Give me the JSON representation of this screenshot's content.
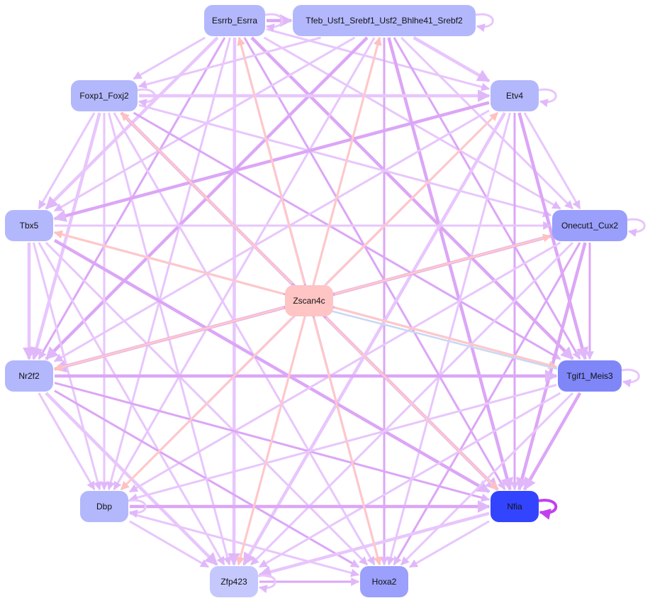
{
  "graph": {
    "nodes": [
      {
        "id": "esrrb",
        "label": "Esrrb_Esrra",
        "color": "#b3b8fc",
        "text": "#111"
      },
      {
        "id": "tfeb",
        "label": "Tfeb_Usf1_Srebf1_Usf2_Bhlhe41_Srebf2",
        "color": "#b3b8fc",
        "text": "#111"
      },
      {
        "id": "foxp1",
        "label": "Foxp1_Foxj2",
        "color": "#b3b8fc",
        "text": "#111"
      },
      {
        "id": "etv4",
        "label": "Etv4",
        "color": "#b3b8fc",
        "text": "#111"
      },
      {
        "id": "tbx5",
        "label": "Tbx5",
        "color": "#b3b8fc",
        "text": "#111"
      },
      {
        "id": "onecut1",
        "label": "Onecut1_Cux2",
        "color": "#9a9ffb",
        "text": "#111"
      },
      {
        "id": "zscan4c",
        "label": "Zscan4c",
        "color": "#ffc4c4",
        "text": "#111"
      },
      {
        "id": "nr2f2",
        "label": "Nr2f2",
        "color": "#b3b8fc",
        "text": "#111"
      },
      {
        "id": "tgif1",
        "label": "Tgif1_Meis3",
        "color": "#7f86f8",
        "text": "#111"
      },
      {
        "id": "dbp",
        "label": "Dbp",
        "color": "#b3b8fc",
        "text": "#111"
      },
      {
        "id": "nfia",
        "label": "Nfia",
        "color": "#3344ff",
        "text": "#ffffff"
      },
      {
        "id": "zfp423",
        "label": "Zfp423",
        "color": "#c5c8fd",
        "text": "#111"
      },
      {
        "id": "hoxa2",
        "label": "Hoxa2",
        "color": "#9aa0fb",
        "text": "#111"
      }
    ],
    "edge_colors": {
      "default": "#e8c6fc",
      "strong": "#dca6f6",
      "zscan": "#ffc8c8",
      "blue": "#c8d8f4",
      "nfia_loop": "#c040f0"
    },
    "self_loops": [
      "esrrb",
      "tfeb",
      "foxp1",
      "etv4",
      "onecut1",
      "tgif1",
      "nfia",
      "dbp",
      "zfp423"
    ]
  }
}
